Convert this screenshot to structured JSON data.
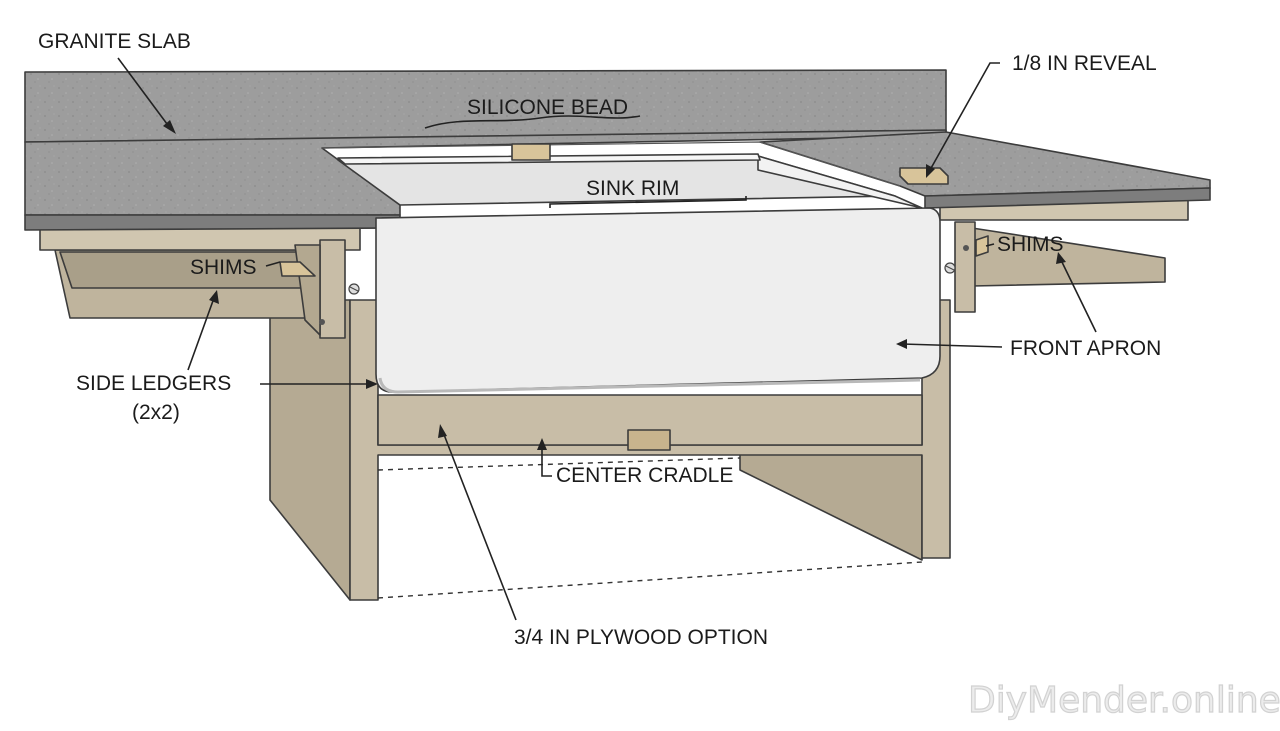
{
  "labels": {
    "granite_slab": "GRANITE SLAB",
    "silicone_bead": "SILICONE BEAD",
    "reveal": "1/8 IN REVEAL",
    "sink_rim": "SINK RIM",
    "shims_left": "SHIMS",
    "shims_right": "SHIMS",
    "front_apron": "FRONT APRON",
    "side_ledgers_line1": "SIDE LEDGERS",
    "side_ledgers_line2": "(2x2)",
    "center_cradle": "CENTER CRADLE",
    "plywood_option": "3/4 IN PLYWOOD OPTION"
  },
  "watermark": "DiyMender.online",
  "colors": {
    "granite": "#9c9c9c",
    "granite_edge": "#7d7d7d",
    "wood": "#c7bca6",
    "wood_dark": "#a89e88",
    "sink": "#eeeeee",
    "shim": "#d8c49a"
  }
}
